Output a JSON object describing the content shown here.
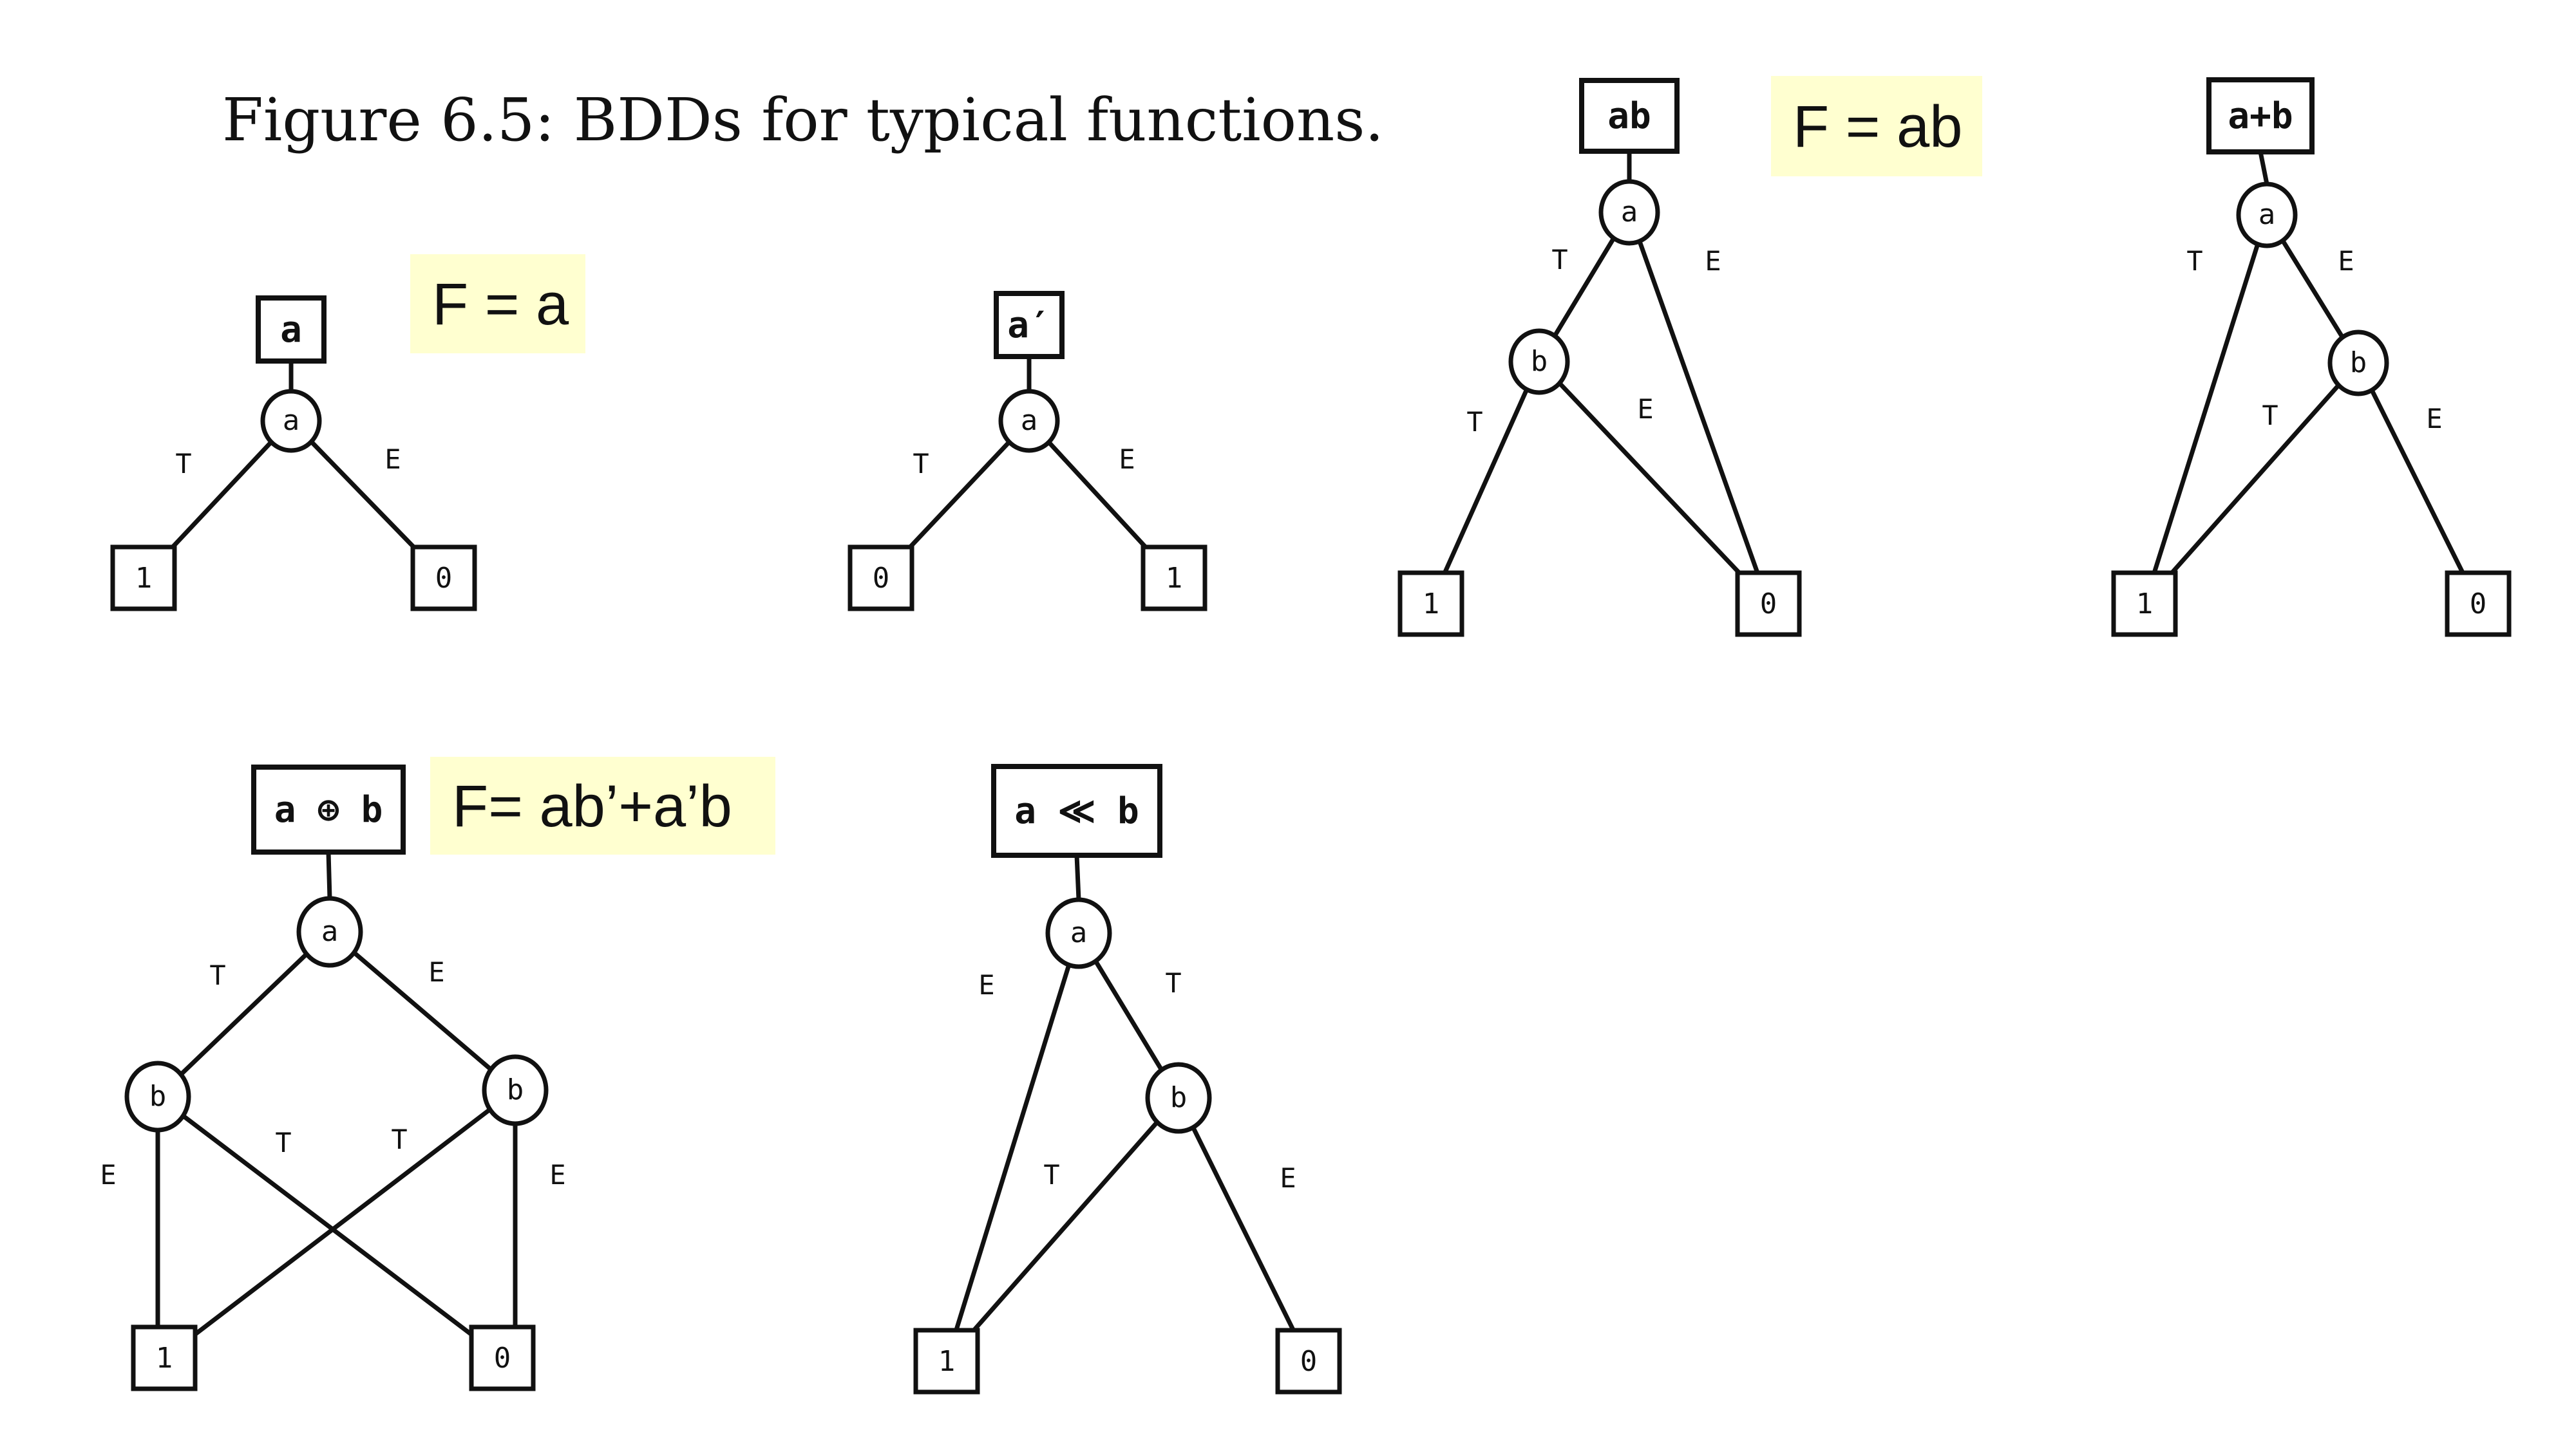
{
  "figure": {
    "caption": "Figure 6.5: BDDs for typical functions."
  },
  "diagrams": [
    {
      "id": "bdd-a",
      "root": "a",
      "highlight": "F = a",
      "nodes": [
        {
          "id": "n-a",
          "label": "a"
        }
      ],
      "leaves": [
        {
          "id": "l1",
          "label": "1"
        },
        {
          "id": "l0",
          "label": "0"
        }
      ],
      "edges": [
        {
          "from": "n-a",
          "to": "l1",
          "label": "T"
        },
        {
          "from": "n-a",
          "to": "l0",
          "label": "E"
        }
      ]
    },
    {
      "id": "bdd-not-a",
      "root": "a′",
      "highlight": "",
      "nodes": [
        {
          "id": "n-a",
          "label": "a"
        }
      ],
      "leaves": [
        {
          "id": "l0",
          "label": "0"
        },
        {
          "id": "l1",
          "label": "1"
        }
      ],
      "edges": [
        {
          "from": "n-a",
          "to": "l0",
          "label": "T"
        },
        {
          "from": "n-a",
          "to": "l1",
          "label": "E"
        }
      ]
    },
    {
      "id": "bdd-ab",
      "root": "ab",
      "highlight": "F = ab",
      "nodes": [
        {
          "id": "n-a",
          "label": "a"
        },
        {
          "id": "n-b",
          "label": "b"
        }
      ],
      "leaves": [
        {
          "id": "l1",
          "label": "1"
        },
        {
          "id": "l0",
          "label": "0"
        }
      ],
      "edges": [
        {
          "from": "n-a",
          "to": "n-b",
          "label": "T"
        },
        {
          "from": "n-a",
          "to": "l0",
          "label": "E"
        },
        {
          "from": "n-b",
          "to": "l1",
          "label": "T"
        },
        {
          "from": "n-b",
          "to": "l0",
          "label": "E"
        }
      ]
    },
    {
      "id": "bdd-a-or-b",
      "root": "a+b",
      "highlight": "",
      "nodes": [
        {
          "id": "n-a",
          "label": "a"
        },
        {
          "id": "n-b",
          "label": "b"
        }
      ],
      "leaves": [
        {
          "id": "l1",
          "label": "1"
        },
        {
          "id": "l0",
          "label": "0"
        }
      ],
      "edges": [
        {
          "from": "n-a",
          "to": "l1",
          "label": "T"
        },
        {
          "from": "n-a",
          "to": "n-b",
          "label": "E"
        },
        {
          "from": "n-b",
          "to": "l1",
          "label": "T"
        },
        {
          "from": "n-b",
          "to": "l0",
          "label": "E"
        }
      ]
    },
    {
      "id": "bdd-xor",
      "root": "a ⊕ b",
      "highlight": "F= ab’+a’b",
      "nodes": [
        {
          "id": "n-a",
          "label": "a"
        },
        {
          "id": "n-b1",
          "label": "b"
        },
        {
          "id": "n-b2",
          "label": "b"
        }
      ],
      "leaves": [
        {
          "id": "l1",
          "label": "1"
        },
        {
          "id": "l0",
          "label": "0"
        }
      ],
      "edges": [
        {
          "from": "n-a",
          "to": "n-b1",
          "label": "T"
        },
        {
          "from": "n-a",
          "to": "n-b2",
          "label": "E"
        },
        {
          "from": "n-b1",
          "to": "l1",
          "label": "E"
        },
        {
          "from": "n-b1",
          "to": "l0",
          "label": "T"
        },
        {
          "from": "n-b2",
          "to": "l1",
          "label": "T"
        },
        {
          "from": "n-b2",
          "to": "l0",
          "label": "E"
        }
      ]
    },
    {
      "id": "bdd-less",
      "root": "a ≪ b",
      "highlight": "",
      "nodes": [
        {
          "id": "n-a",
          "label": "a"
        },
        {
          "id": "n-b",
          "label": "b"
        }
      ],
      "leaves": [
        {
          "id": "l1",
          "label": "1"
        },
        {
          "id": "l0",
          "label": "0"
        }
      ],
      "edges": [
        {
          "from": "n-a",
          "to": "l1",
          "label": "E"
        },
        {
          "from": "n-a",
          "to": "n-b",
          "label": "T"
        },
        {
          "from": "n-b",
          "to": "l1",
          "label": "T"
        },
        {
          "from": "n-b",
          "to": "l0",
          "label": "E"
        }
      ]
    }
  ]
}
